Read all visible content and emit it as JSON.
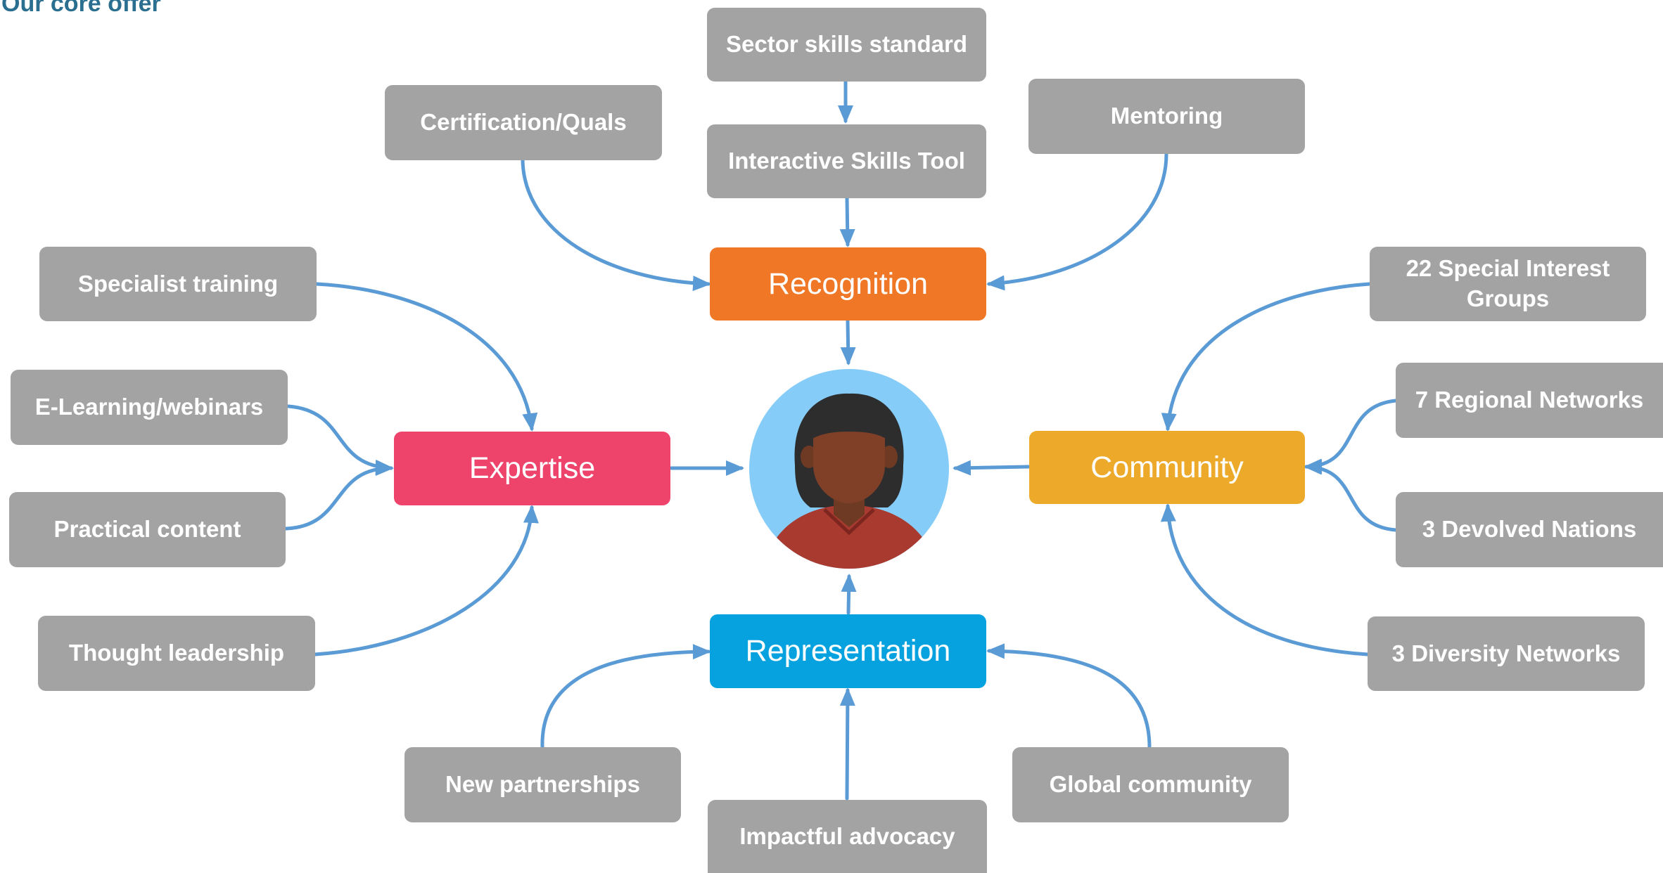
{
  "title": "Our core offer",
  "colors": {
    "connector": "#5b9bd5",
    "leaf_box": "#a3a3a3",
    "recognition": "#ef7726",
    "expertise": "#ee446c",
    "community": "#edaa2a",
    "representation": "#05a2df",
    "avatar_circle": "#85cdf8",
    "title_text": "#2a6f8f"
  },
  "hubs": {
    "recognition": "Recognition",
    "expertise": "Expertise",
    "community": "Community",
    "representation": "Representation"
  },
  "leaves": {
    "sector_skills_standard": "Sector skills standard",
    "interactive_skills_tool": "Interactive Skills Tool",
    "certification_quals": "Certification/Quals",
    "mentoring": "Mentoring",
    "specialist_training": "Specialist training",
    "e_learning_webinars": "E-Learning/webinars",
    "practical_content": "Practical content",
    "thought_leadership": "Thought leadership",
    "special_interest_groups": "22 Special Interest Groups",
    "regional_networks": "7 Regional Networks",
    "devolved_nations": "3 Devolved Nations",
    "diversity_networks": "3 Diversity Networks",
    "new_partnerships": "New partnerships",
    "impactful_advocacy": "Impactful advocacy",
    "global_community": "Global community"
  },
  "icons": {
    "center": "person-avatar-icon"
  }
}
